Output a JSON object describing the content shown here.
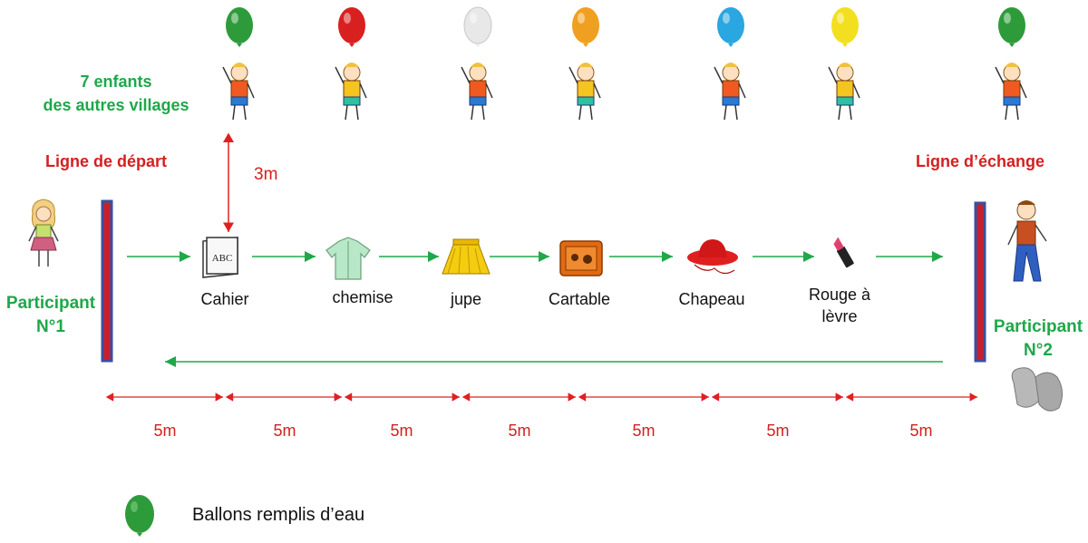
{
  "header": {
    "children_label_line1": "7 enfants",
    "children_label_line2": "des autres villages"
  },
  "lines": {
    "start": "Ligne de départ",
    "exchange": "Ligne d’échange"
  },
  "participants": {
    "p1_line1": "Participant",
    "p1_line2": "N°1",
    "p2_line1": "Participant",
    "p2_line2": "N°2"
  },
  "vertical_distance": "3m",
  "items": [
    {
      "label": "Cahier",
      "icon": "notebook-icon"
    },
    {
      "label": "chemise",
      "icon": "shirt-icon"
    },
    {
      "label": "jupe",
      "icon": "skirt-icon"
    },
    {
      "label": "Cartable",
      "icon": "schoolbag-icon"
    },
    {
      "label": "Chapeau",
      "icon": "hat-icon"
    },
    {
      "label_line1": "Rouge à",
      "label_line2": "lèvre",
      "icon": "lipstick-icon"
    }
  ],
  "distances": [
    "5m",
    "5m",
    "5m",
    "5m",
    "5m",
    "5m",
    "5m"
  ],
  "balloons": {
    "colors": [
      "#2e9b3a",
      "#d92020",
      "#e8e8e8",
      "#f0a020",
      "#2aa6e0",
      "#f2e020",
      "#2e9b3a"
    ]
  },
  "legend": {
    "label": "Ballons remplis d’eau",
    "color": "#2e9b3a"
  },
  "colors": {
    "arrow_green": "#1ea84a",
    "arrow_red": "#e02020",
    "post_fill": "#c8202a",
    "post_border": "#3a4fa0"
  }
}
